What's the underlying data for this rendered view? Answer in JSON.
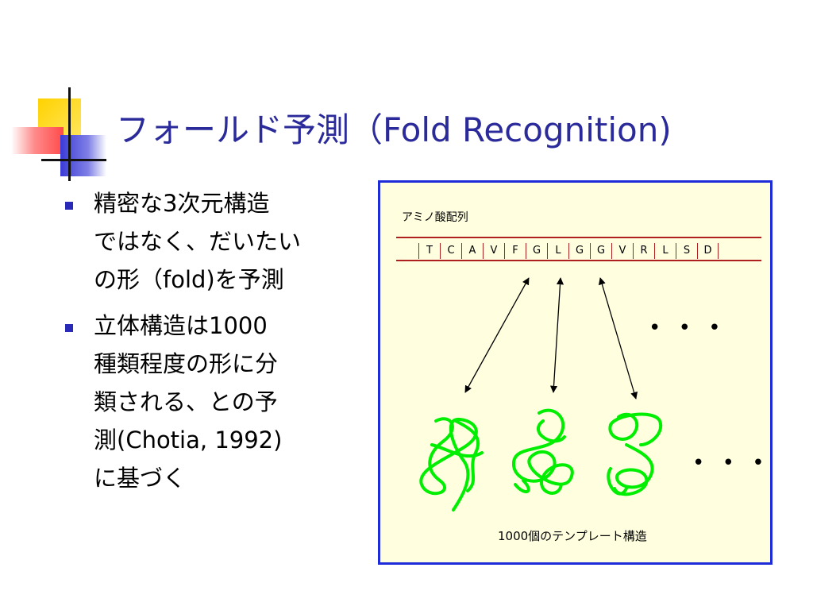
{
  "slide": {
    "title": "フォールド予測（Fold Recognition)",
    "bullets": [
      {
        "lines": [
          "精密な3次元構造",
          "ではなく、だいたい",
          "の形（fold)を予測"
        ]
      },
      {
        "lines": [
          "立体構造は1000",
          "種類程度の形に分",
          "類される、との予",
          "測(Chotia, 1992)",
          "に基づく"
        ]
      }
    ]
  },
  "figure": {
    "sequence_label": "アミノ酸配列",
    "sequence": [
      "T",
      "C",
      "A",
      "V",
      "F",
      "G",
      "L",
      "G",
      "G",
      "V",
      "R",
      "L",
      "S",
      "D"
    ],
    "ellipsis_top": "• • •",
    "ellipsis_bottom": "• • •",
    "template_label": "1000個のテンプレート構造",
    "colors": {
      "border": "#1d2bd8",
      "background": "#ffffe0",
      "sequence_lines": "#b02020",
      "template_structure": "#00ee00"
    }
  }
}
